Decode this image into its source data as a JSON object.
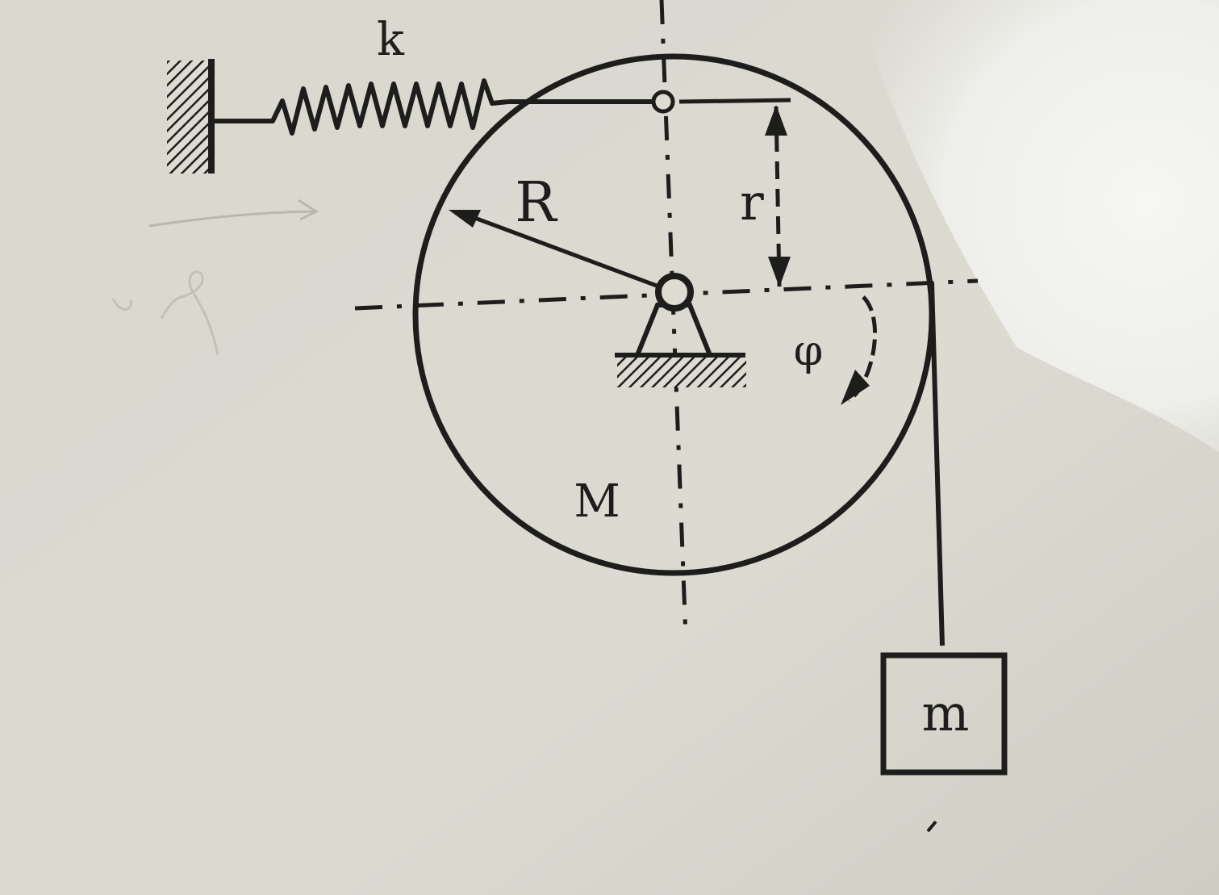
{
  "labels": {
    "spring": "k",
    "radius_big": "R",
    "radius_small": "r",
    "angle": "φ",
    "disk_mass": "M",
    "block_mass": "m"
  },
  "colors": {
    "paper": "#dddbd2",
    "ink": "#1d1d1b",
    "light_glare": "#f1f1ee"
  }
}
